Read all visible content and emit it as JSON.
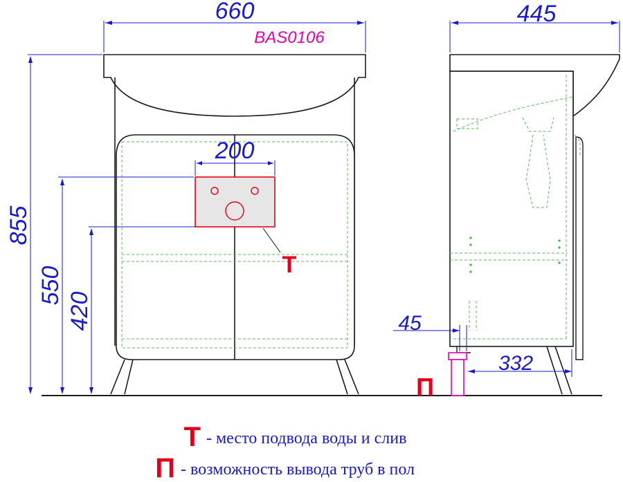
{
  "title": {
    "model": "BAS0106"
  },
  "dimensions": {
    "front_width": "660",
    "side_depth": "445",
    "height_total": "855",
    "height_outlet": "550",
    "height_drain": "420",
    "plate_width": "200",
    "pipe_offset": "45",
    "pipe_distance": "332"
  },
  "marks": {
    "t": "Т",
    "p": "П"
  },
  "legend": [
    {
      "symbol": "Т",
      "text": "- место подвода воды и слив"
    },
    {
      "symbol": "П",
      "text": "- возможность вывода труб в пол"
    }
  ],
  "colors": {
    "outline": "#1a1a1a",
    "dimension": "#1a1acc",
    "hidden": "#5cb85c",
    "mark": "#e3001b",
    "plate_fill": "#e6e6e6",
    "pipe": "#e600b4"
  }
}
